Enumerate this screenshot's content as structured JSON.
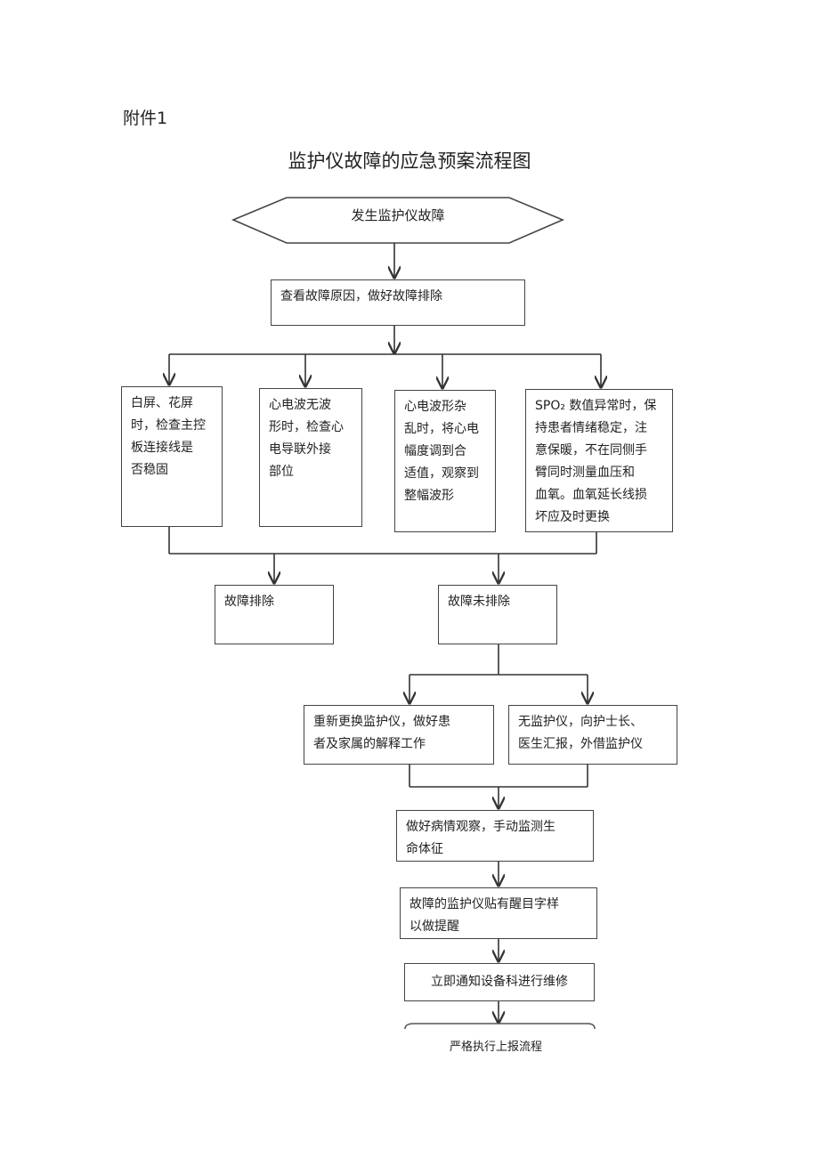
{
  "attachment_label": "附件1",
  "title": "监护仪故障的应急预案流程图",
  "nodes": {
    "start": "发生监护仪故障",
    "check_cause": "查看故障原因，做好故障排除",
    "branch_white_screen": "白屏、花屏\n时，检查主控\n板连接线是\n否稳固",
    "branch_ecg_flat": "心电波无波\n形时，检查心\n电导联外接\n部位",
    "branch_ecg_noise": "心电波形杂\n乱时，将心电\n幅度调到合\n适值，观察到\n整幅波形",
    "branch_spo2": "SPO₂ 数值异常时，保\n持患者情绪稳定，注\n意保暖，不在同侧手\n臂同时测量血压和\n血氧。血氧延长线损\n坏应及时更换",
    "resolved": "故障排除",
    "unresolved": "故障未排除",
    "replace_monitor": "重新更换监护仪，做好患\n者及家属的解释工作",
    "no_monitor": "无监护仪，向护士长、\n医生汇报，外借监护仪",
    "observe": "做好病情观察，手动监测生\n命体征",
    "label_faulty": "故障的监护仪贴有醒目字样\n以做提醒",
    "notify_repair": "立即通知设备科进行维修",
    "report": "严格执行上报流程"
  }
}
